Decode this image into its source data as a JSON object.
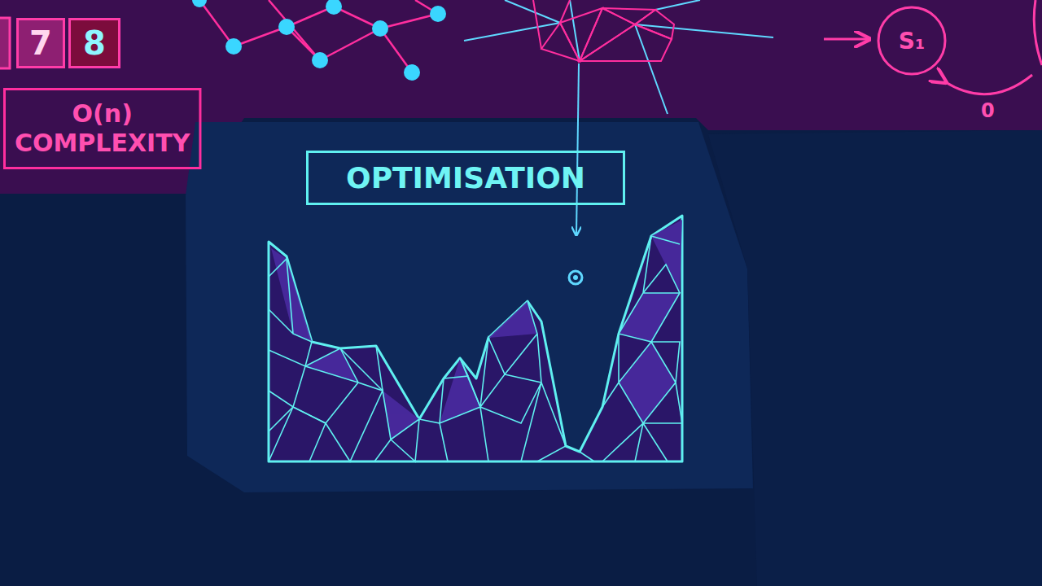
{
  "diagram": {
    "nodes": [
      {
        "text": [
          "7"
        ]
      },
      {
        "text": [
          "8"
        ]
      },
      {
        "text": [
          "S₁"
        ]
      },
      {
        "text": [
          "O(n) COMPLEXITY"
        ]
      },
      {
        "text": [
          "OPTIMISATION"
        ]
      }
    ],
    "labels": [
      "0"
    ]
  }
}
